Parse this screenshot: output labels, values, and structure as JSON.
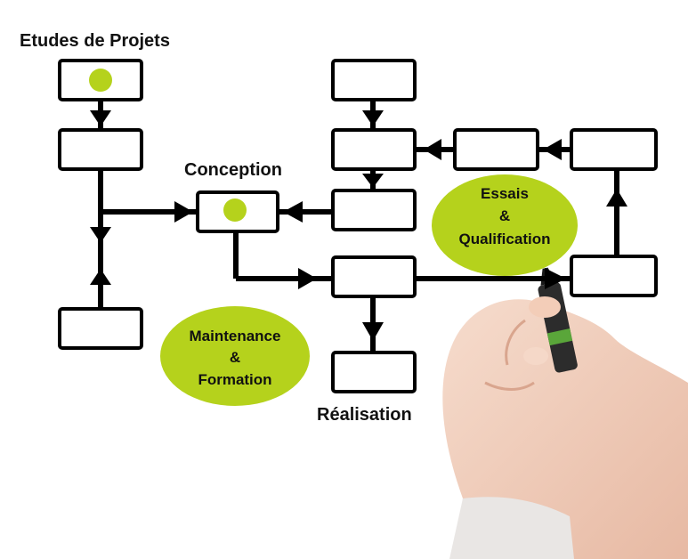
{
  "labels": {
    "etudes": "Etudes de Projets",
    "conception": "Conception",
    "realisation": "Réalisation"
  },
  "ellipses": {
    "maintenance": {
      "line1": "Maintenance",
      "line2": "&",
      "line3": "Formation"
    },
    "essais": {
      "line1": "Essais",
      "line2": "&",
      "line3": "Qualification"
    }
  },
  "colors": {
    "accent": "#b5d21c",
    "stroke": "#000000",
    "skin": "#f3d2c0",
    "marker_body": "#2c2c2c",
    "marker_band": "#5aa63a"
  },
  "icons": [
    "hand-with-marker-icon"
  ]
}
